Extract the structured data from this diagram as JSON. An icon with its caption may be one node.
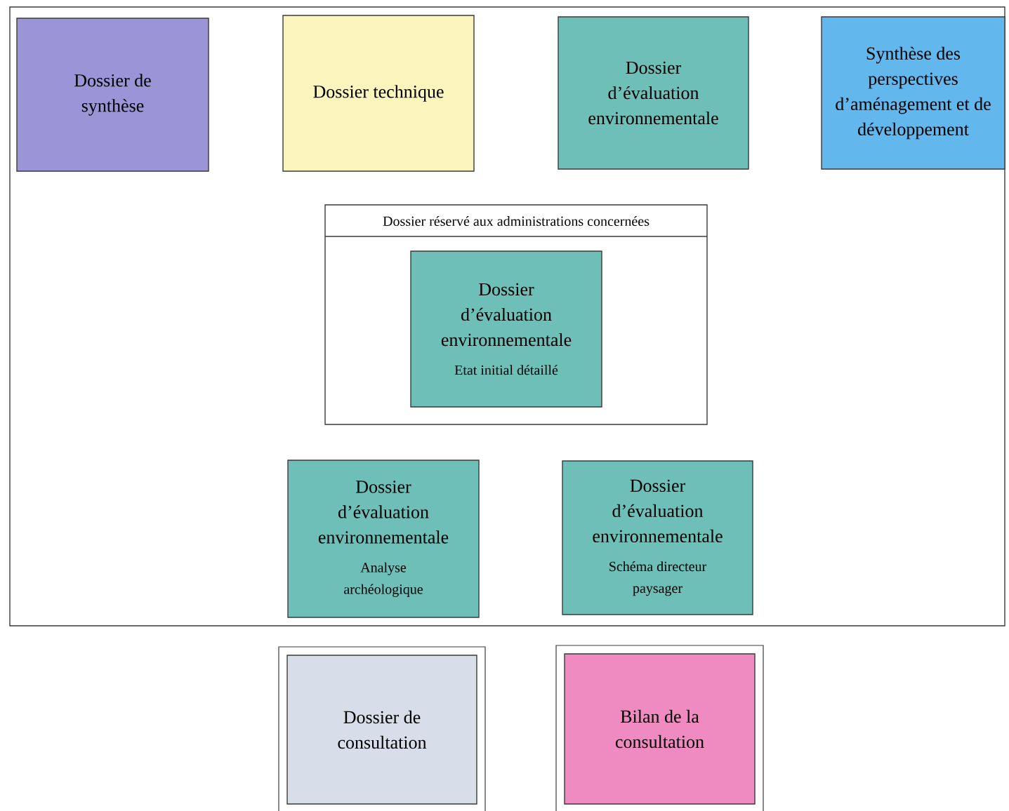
{
  "diagram": {
    "nodes": [
      {
        "text": [],
        "shape": "box"
      },
      {
        "text": [
          "Dossier de synthèse"
        ],
        "in": 0
      },
      {
        "text": [
          "Dossier technique"
        ],
        "in": 0
      },
      {
        "text": [
          "Dossier d’évaluation environnementale"
        ],
        "in": 0
      },
      {
        "text": [
          "Synthèse des perspectives d’aménagement et de développement"
        ],
        "in": 0
      },
      {
        "text": [
          "Dossier réservé aux administrations concernées"
        ],
        "in": 0
      },
      {
        "text": [
          "Dossier d’évaluation environnementale",
          "Etat initial détaillé"
        ],
        "in": 5
      },
      {
        "text": [
          "Dossier d’évaluation environnementale",
          "Analyse archéologique"
        ],
        "in": 0
      },
      {
        "text": [
          "Dossier d’évaluation environnementale",
          "Schéma directeur paysager"
        ],
        "in": 0
      },
      {
        "text": [
          "Dossier de consultation"
        ]
      },
      {
        "text": [
          "Bilan de la consultation"
        ]
      }
    ]
  }
}
